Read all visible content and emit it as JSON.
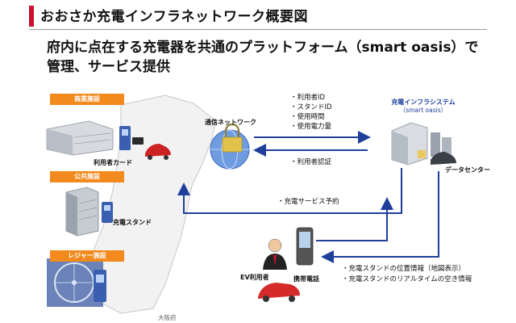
{
  "title": "おおさか充電インフラネットワーク概要図",
  "subtitle_lines": [
    "府内に点在する充電器を共通のプラットフォーム（smart oasis）で",
    "管理、サービス提供"
  ],
  "categories": [
    "商業施設",
    "公共施設",
    "レジャー施設"
  ],
  "labels": {
    "user_card": "利用者カード",
    "charge_stand": "充電スタンド",
    "network": "通信ネットワーク",
    "system_title": "充電インフラシステム",
    "system_sub": "（smart oasis）",
    "data_center": "データセンター",
    "ev_user": "EV利用者",
    "mobile": "携帯電話",
    "source": "大阪府"
  },
  "upload_items": [
    "・利用者ID",
    "・スタンドID",
    "・使用時間",
    "・使用電力量"
  ],
  "auth_item": "・利用者認証",
  "reservation_item": "・充電サービス予約",
  "info_items": [
    "・充電スタンドの位置情報（地図表示）",
    "・充電スタンドのリアルタイムの空き情報"
  ],
  "colors": {
    "accent": "#c8102e",
    "category": "#f28a1e",
    "arrow": "#1f3f9a"
  }
}
